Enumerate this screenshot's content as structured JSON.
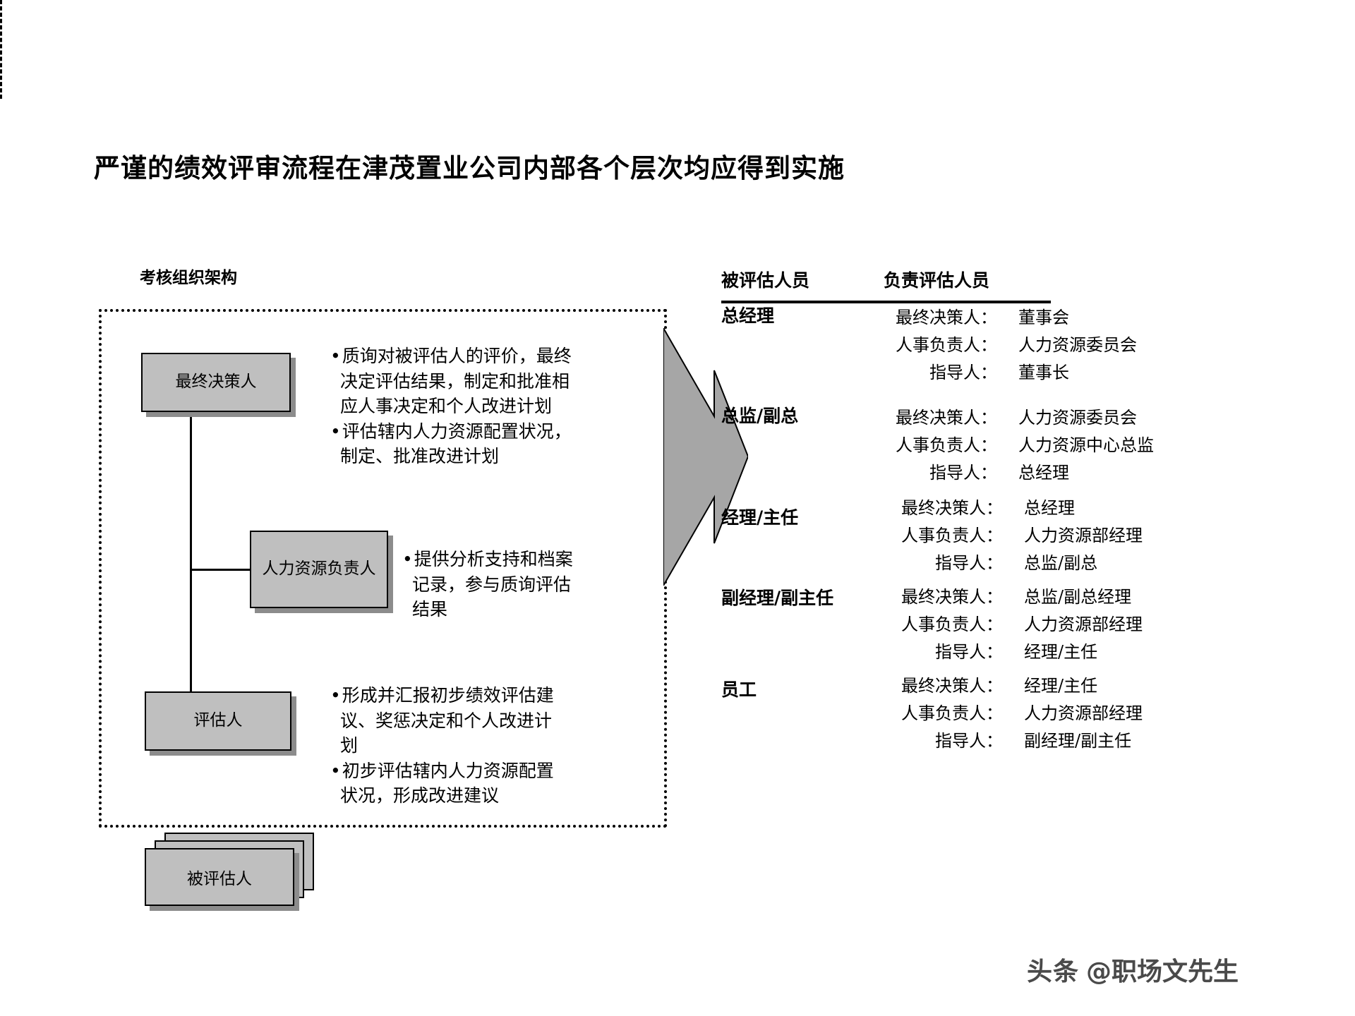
{
  "slide": {
    "title": "严谨的绩效评审流程在津茂置业公司内部各个层次均应得到实施"
  },
  "org_panel": {
    "section_label": "考核组织架构",
    "boxes": {
      "final_decider": "最终决策人",
      "hr_head": "人力资源负责人",
      "evaluator": "评估人",
      "evaluatee": "被评估人"
    },
    "responsibilities": [
      {
        "for": "final_decider",
        "items": [
          {
            "bullet": "质询对被评估人的评价，最终",
            "continuations": [
              "决定评估结果，制定和批准相",
              "应人事决定和个人改进计划"
            ]
          },
          {
            "bullet": "评估辖内人力资源配置状况，",
            "continuations": [
              "制定、批准改进计划"
            ]
          }
        ]
      },
      {
        "for": "hr_head",
        "items": [
          {
            "bullet": "提供分析支持和档案",
            "continuations": [
              "记录，参与质询评估",
              "结果"
            ]
          }
        ]
      },
      {
        "for": "evaluator",
        "items": [
          {
            "bullet": "形成并汇报初步绩效评估建",
            "continuations": [
              "议、奖惩决定和个人改进计",
              "划"
            ]
          },
          {
            "bullet": "初步评估辖内人力资源配置",
            "continuations": [
              "状况，形成改进建议"
            ]
          }
        ]
      }
    ]
  },
  "table": {
    "headers": {
      "subject": "被评估人员",
      "owner": "负责评估人员"
    },
    "rows": [
      {
        "subject": "总经理",
        "lines": [
          {
            "label": "最终决策人：",
            "value": "董事会"
          },
          {
            "label": "人事负责人：",
            "value": "人力资源委员会"
          },
          {
            "label": "指导人：",
            "value": "董事长"
          }
        ]
      },
      {
        "subject": "总监/副总",
        "lines": [
          {
            "label": "最终决策人：",
            "value": "人力资源委员会"
          },
          {
            "label": "人事负责人：",
            "value": "人力资源中心总监"
          },
          {
            "label": "指导人：",
            "value": "总经理"
          }
        ]
      },
      {
        "subject": "经理/主任",
        "lines": [
          {
            "label": "最终决策人：",
            "value": "总经理"
          },
          {
            "label": "人事负责人：",
            "value": "人力资源部经理"
          },
          {
            "label": "指导人：",
            "value": "总监/副总"
          }
        ]
      },
      {
        "subject": "副经理/副主任",
        "lines": [
          {
            "label": "最终决策人：",
            "value": "总监/副总经理"
          },
          {
            "label": "人事负责人：",
            "value": "人力资源部经理"
          },
          {
            "label": "指导人：",
            "value": "经理/主任"
          }
        ]
      },
      {
        "subject": "员工",
        "lines": [
          {
            "label": "最终决策人：",
            "value": "经理/主任"
          },
          {
            "label": "人事负责人：",
            "value": "人力资源部经理"
          },
          {
            "label": "指导人：",
            "value": "副经理/副主任"
          }
        ]
      }
    ]
  },
  "watermark": {
    "logo": "头条",
    "handle": "@职场文先生"
  },
  "colors": {
    "box_fill": "#bfbfbf",
    "box_shadow": "#8c8c8c",
    "arrow_fill": "#a6a6a6",
    "text": "#000000"
  }
}
